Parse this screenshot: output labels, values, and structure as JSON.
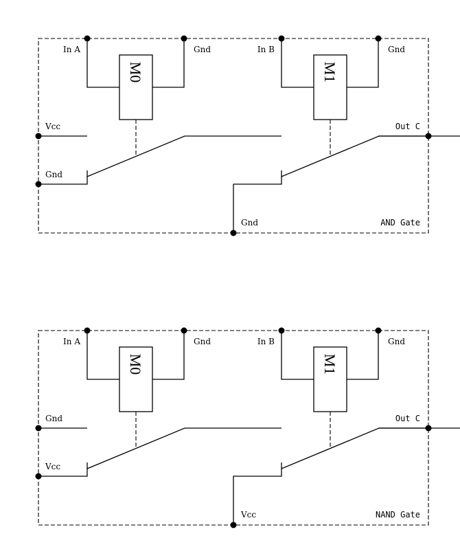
{
  "panels": [
    {
      "id": "and",
      "title": "AND Gate",
      "relays": [
        {
          "label": "M0",
          "input_label": "In A",
          "ground_label": "Gnd"
        },
        {
          "label": "M1",
          "input_label": "In B",
          "ground_label": "Gnd"
        }
      ],
      "left_upper_label": "Vcc",
      "left_lower_label": "Gnd",
      "bottom_label": "Gnd",
      "output_label": "Out C"
    },
    {
      "id": "nand",
      "title": "NAND Gate",
      "relays": [
        {
          "label": "M0",
          "input_label": "In A",
          "ground_label": "Gnd"
        },
        {
          "label": "M1",
          "input_label": "In B",
          "ground_label": "Gnd"
        }
      ],
      "left_upper_label": "Gnd",
      "left_lower_label": "Vcc",
      "bottom_label": "Vcc",
      "output_label": "Out C"
    }
  ],
  "colors": {
    "line": "#000000",
    "background": "#ffffff"
  }
}
